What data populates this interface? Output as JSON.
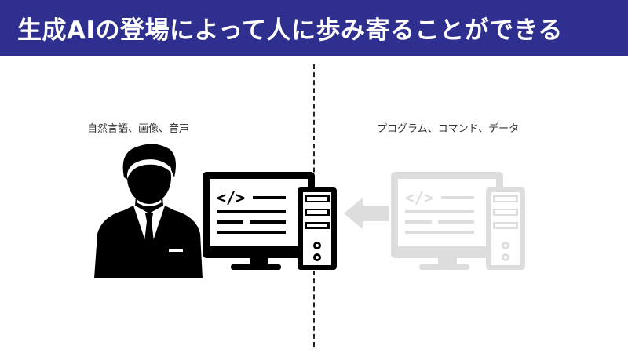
{
  "header": {
    "title": "生成AIの登場によって人に歩み寄ることができる",
    "bg_color": "#2e2f8f",
    "text_color": "#ffffff"
  },
  "left": {
    "label": "自然言語、画像、音声",
    "icons": [
      "businessman-icon",
      "computer-icon"
    ]
  },
  "right": {
    "label": "プログラム、コマンド、データ",
    "icons": [
      "computer-icon-faded",
      "arrow-left-icon"
    ]
  },
  "colors": {
    "dark": "#000000",
    "faded": "#dddddd"
  }
}
